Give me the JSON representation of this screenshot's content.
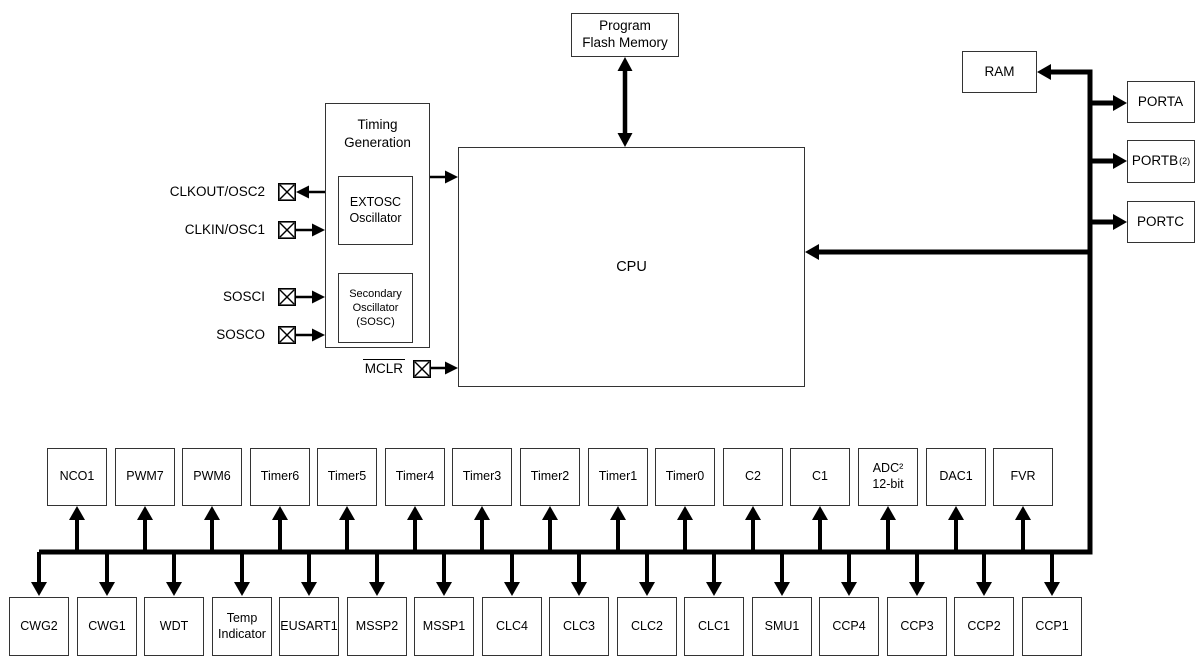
{
  "diagram": {
    "blocks": {
      "program_flash_memory": "Program\nFlash Memory",
      "timing_generation": "Timing\nGeneration",
      "extosc": "EXTOSC\nOscillator",
      "secondary_oscillator": "Secondary\nOscillator\n(SOSC)",
      "cpu": "CPU",
      "ram": "RAM"
    },
    "ports": [
      {
        "label": "PORTA",
        "sup": ""
      },
      {
        "label": "PORTB",
        "sup": "(2)"
      },
      {
        "label": "PORTC",
        "sup": ""
      }
    ],
    "pins": {
      "clkout": "CLKOUT/OSC2",
      "clkin": "CLKIN/OSC1",
      "sosci": "SOSCI",
      "sosco": "SOSCO",
      "mclr": "MCLR"
    },
    "peripherals": {
      "middle": [
        "NCO1",
        "PWM7",
        "PWM6",
        "Timer6",
        "Timer5",
        "Timer4",
        "Timer3",
        "Timer2",
        "Timer1",
        "Timer0",
        "C2",
        "C1",
        "ADC²\n12-bit",
        "DAC1",
        "FVR"
      ],
      "bottom": [
        "CWG2",
        "CWG1",
        "WDT",
        "Temp\nIndicator",
        "EUSART1",
        "MSSP2",
        "MSSP1",
        "CLC4",
        "CLC3",
        "CLC2",
        "CLC1",
        "SMU1",
        "CCP4",
        "CCP3",
        "CCP2",
        "CCP1"
      ]
    },
    "colors": {
      "line": "#000000",
      "box_border": "#333333",
      "background": "#ffffff",
      "text": "#000000"
    }
  }
}
